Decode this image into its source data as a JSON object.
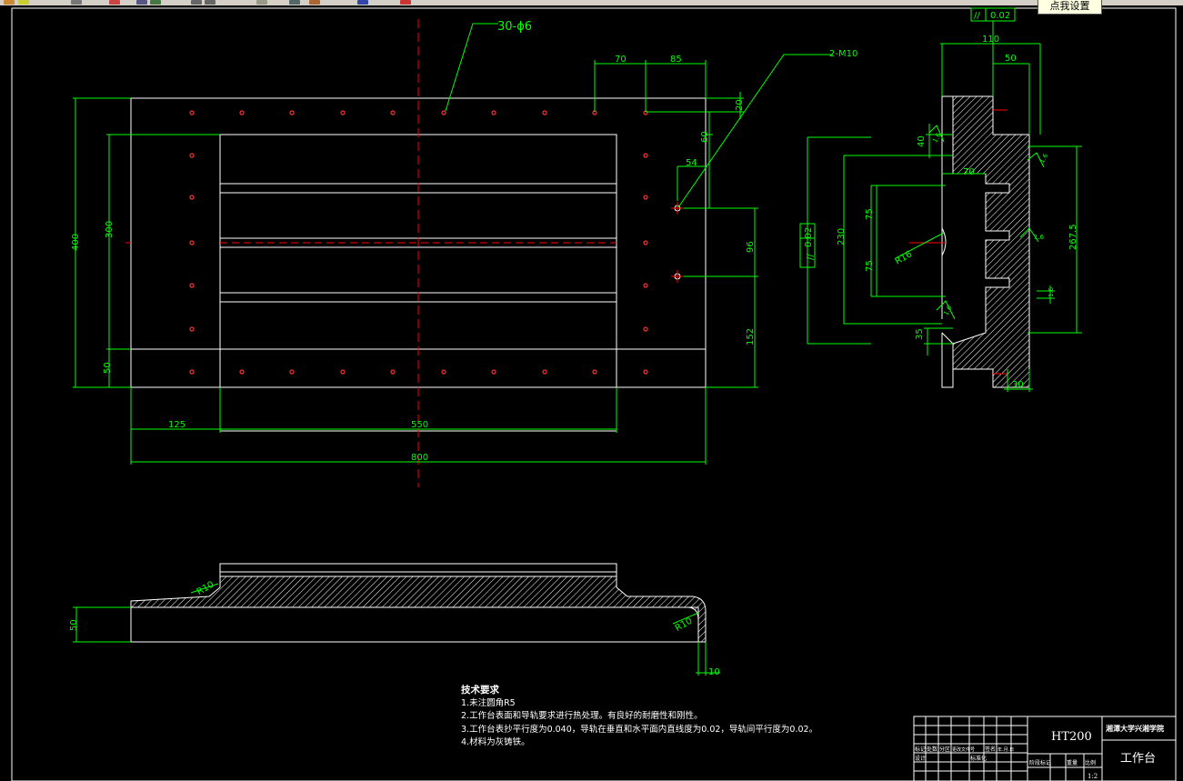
{
  "toolbar": {
    "icons": [
      "new-icon",
      "open-icon",
      "save-icon",
      "cut-icon",
      "copy-icon",
      "paste-icon",
      "undo-icon",
      "redo-icon",
      "pan-icon",
      "zoom-icon",
      "properties-icon",
      "layer-icon",
      "help-icon"
    ]
  },
  "tooltip": {
    "text": "点我设置"
  },
  "drawing": {
    "colors": {
      "outline": "#ffffff",
      "dimension": "#00ff00",
      "centerline": "#ff0000",
      "hatch": "#ffffff",
      "hole": "#ff3030"
    },
    "plan_dims": {
      "holes_callout": "30-ϕ6",
      "thread_callout": "2-M10",
      "d70": "70",
      "d85": "85",
      "d20": "20",
      "d60": "60",
      "d54": "54",
      "d96": "96",
      "d152": "152",
      "d400": "400",
      "d300": "300",
      "d50": "50",
      "d125": "125",
      "d550": "550",
      "d800": "800"
    },
    "side_dims": {
      "parallel_top": "0.02",
      "d110": "110",
      "d50": "50",
      "d40": "40",
      "d70": "70",
      "d75a": "75",
      "d75b": "75",
      "d230": "230",
      "parallel_left": "0.02",
      "r16": "R16",
      "d267_5": "267.5",
      "d35": "35",
      "d30": "30",
      "rough1": "1.6",
      "rough2": "1.6",
      "rough3": "1.6",
      "rough4": "1.6",
      "rough5": "1.6"
    },
    "front_dims": {
      "r10a": "R10",
      "r10b": "R10",
      "d50": "50",
      "d10": "10"
    }
  },
  "notes": {
    "title": "技术要求",
    "items": [
      "1.未注圆角R5",
      "2.工作台表面和导轨要求进行热处理。有良好的耐磨性和刚性。",
      "3.工作台表抄平行度为0.040，导轨在垂直和水平面内直线度为0.02，导轨间平行度为0.02。",
      "4.材料为灰铸铁。"
    ]
  },
  "title_block": {
    "material": "HT200",
    "school": "湘潭大学兴湘学院",
    "part_name": "工作台",
    "scale": "1:2",
    "small_labels": [
      "标记",
      "处数",
      "分区",
      "更改文件号",
      "签名",
      "年.月.日",
      "设计",
      "标准化",
      "阶段标记",
      "重量",
      "比例"
    ]
  }
}
